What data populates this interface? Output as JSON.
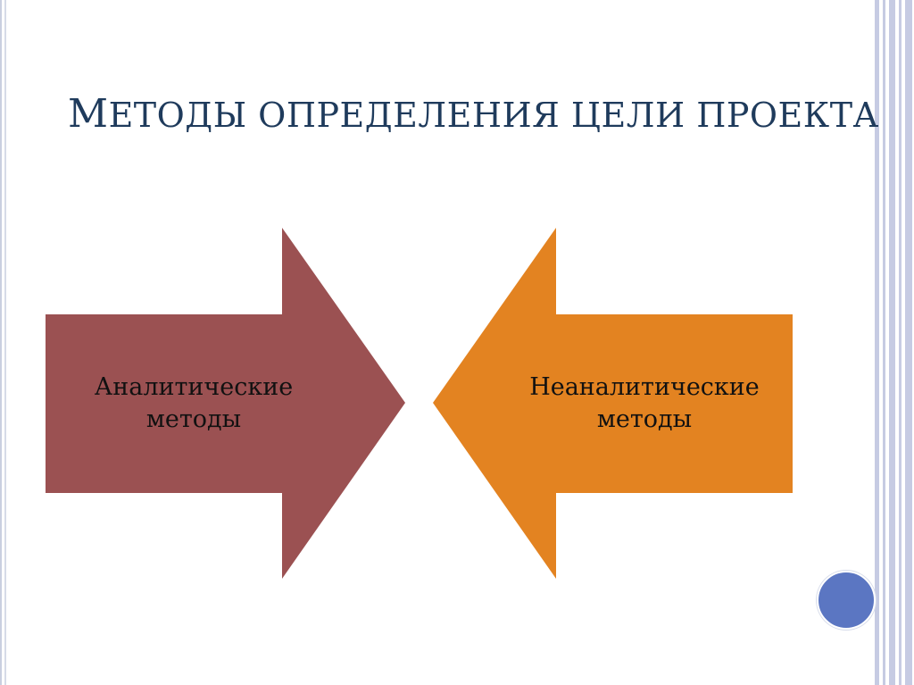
{
  "slide": {
    "title_first_letter": "М",
    "title_rest": "ЕТОДЫ ОПРЕДЕЛЕНИЯ ЦЕЛИ ПРОЕКТА"
  },
  "diagram": {
    "left_arrow": {
      "line1": "Аналитические",
      "line2": "методы",
      "color": "#9b5152"
    },
    "right_arrow": {
      "line1": "Неаналитические",
      "line2": "методы",
      "color": "#e38321"
    }
  },
  "colors": {
    "title": "#1f3b5c",
    "accent_dot": "#5b76c2",
    "stripes": "#c6cbe3"
  }
}
